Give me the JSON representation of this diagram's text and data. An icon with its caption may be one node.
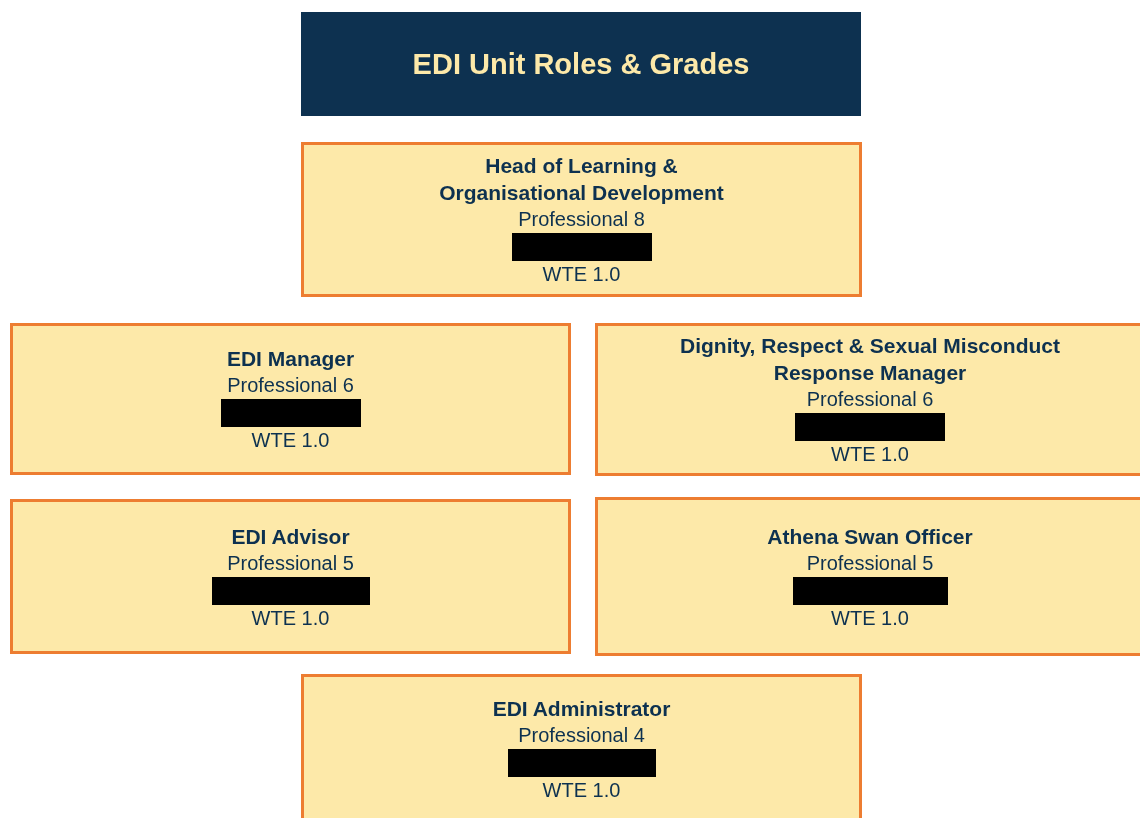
{
  "diagram": {
    "title": "EDI Unit Roles & Grades",
    "nodes": [
      {
        "text": [
          "Head of Learning & Organisational Development",
          "Professional 8",
          "WTE 1.0"
        ]
      },
      {
        "text": [
          "EDI Manager",
          "Professional 6",
          "WTE 1.0"
        ]
      },
      {
        "text": [
          "Dignity, Respect & Sexual Misconduct Response Manager",
          "Professional 6",
          "WTE 1.0"
        ]
      },
      {
        "text": [
          "EDI Advisor",
          "Professional 5",
          "WTE 1.0"
        ]
      },
      {
        "text": [
          "Athena Swan Officer",
          "Professional 5",
          "WTE 1.0"
        ]
      },
      {
        "text": [
          "EDI Administrator",
          "Professional 4",
          "WTE 1.0"
        ]
      }
    ]
  }
}
